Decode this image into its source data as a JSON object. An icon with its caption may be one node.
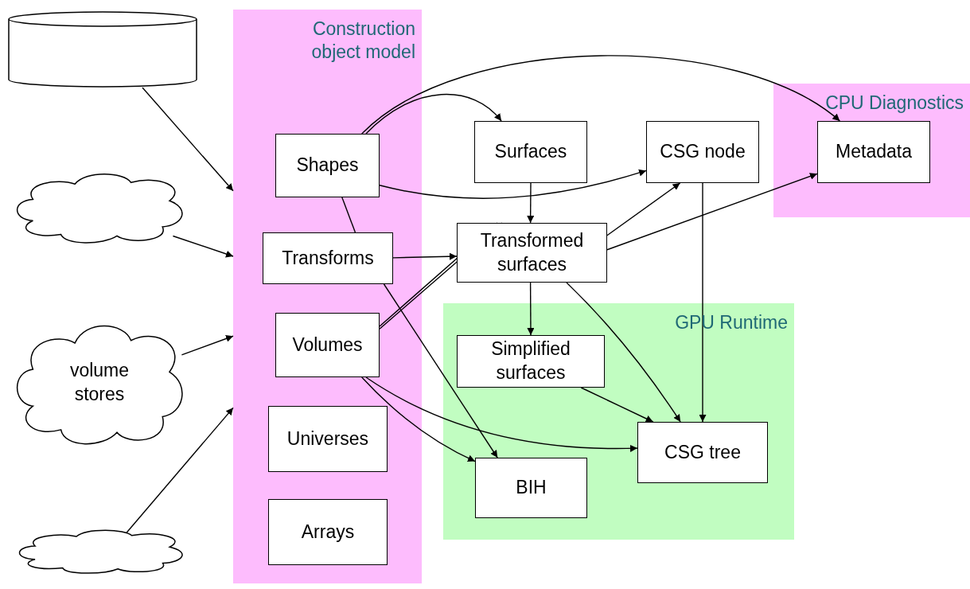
{
  "diagram": {
    "nodes": [
      {
        "text": [
          "Construction object model"
        ]
      },
      {
        "text": [
          "Shapes"
        ],
        "in": 0
      },
      {
        "text": [
          "Transforms"
        ],
        "in": 0
      },
      {
        "text": [
          "Volumes"
        ],
        "in": 0
      },
      {
        "text": [
          "Universes"
        ],
        "in": 0
      },
      {
        "text": [
          "Arrays"
        ],
        "in": 0
      },
      {
        "text": [],
        "shape": "cylinder"
      },
      {
        "text": [],
        "shape": "cloud"
      },
      {
        "text": [
          "volume stores"
        ]
      },
      {
        "text": [],
        "shape": "cloud"
      },
      {
        "text": [
          "Surfaces"
        ]
      },
      {
        "text": [
          "CSG node"
        ]
      },
      {
        "text": [
          "CPU Diagnostics"
        ]
      },
      {
        "text": [
          "Metadata"
        ],
        "in": 12
      },
      {
        "text": [
          "Transformed surfaces"
        ]
      },
      {
        "text": [
          "GPU Runtime"
        ]
      },
      {
        "text": [
          "Simplified surfaces"
        ],
        "in": 15
      },
      {
        "text": [
          "CSG tree"
        ],
        "in": 15
      },
      {
        "text": [
          "BIH"
        ],
        "in": 15
      }
    ],
    "edges": [
      {
        "from": 1,
        "to": 13,
        "arrow": "to"
      },
      {
        "from": 1,
        "to": 10,
        "arrow": "to"
      },
      {
        "from": 1,
        "to": 11,
        "arrow": "to"
      },
      {
        "from": 1,
        "to": 2,
        "arrow": "none"
      },
      {
        "from": 2,
        "to": 18,
        "arrow": "to"
      },
      {
        "from": 2,
        "to": 14,
        "arrow": "to"
      },
      {
        "from": 10,
        "to": 14,
        "arrow": "to"
      },
      {
        "from": 14,
        "to": 11,
        "arrow": "to"
      },
      {
        "from": 14,
        "to": 13,
        "arrow": "to"
      },
      {
        "from": 14,
        "to": 16,
        "arrow": "to"
      },
      {
        "from": 14,
        "to": 17,
        "arrow": "to"
      },
      {
        "from": 3,
        "to": 14,
        "arrow": "none"
      },
      {
        "from": 3,
        "to": 14,
        "arrow": "none"
      },
      {
        "from": 3,
        "to": 18,
        "arrow": "to"
      },
      {
        "from": 3,
        "to": 17,
        "arrow": "to"
      },
      {
        "from": 16,
        "to": 17,
        "arrow": "to"
      },
      {
        "from": 11,
        "to": 17,
        "arrow": "to"
      },
      {
        "from": 6,
        "to": 0,
        "arrow": "to"
      },
      {
        "from": 7,
        "to": 0,
        "arrow": "to"
      },
      {
        "from": 8,
        "to": 0,
        "arrow": "to"
      },
      {
        "from": 9,
        "to": 0,
        "arrow": "to"
      }
    ]
  }
}
